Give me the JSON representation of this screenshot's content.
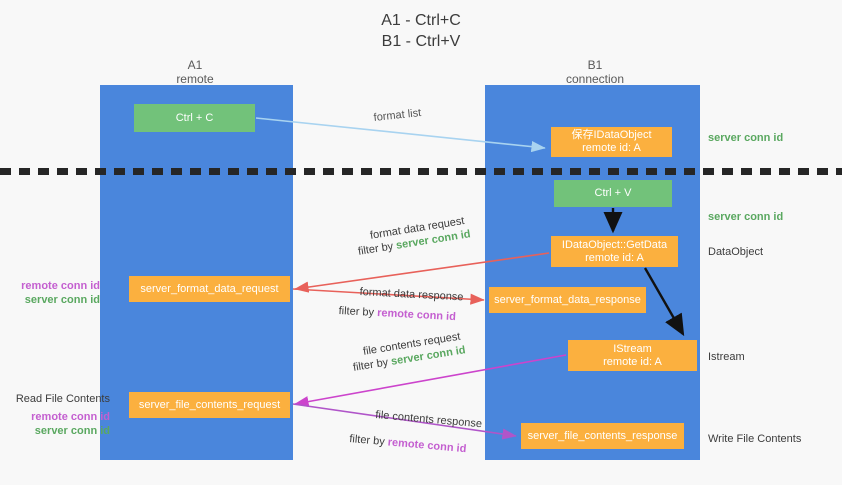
{
  "title": {
    "line1": "A1 - Ctrl+C",
    "line2": "B1 - Ctrl+V"
  },
  "columns": {
    "a1": {
      "name": "A1",
      "role": "remote"
    },
    "b1": {
      "name": "B1",
      "role": "connection"
    }
  },
  "boxes": {
    "ctrl_c": {
      "label": "Ctrl + C",
      "color": "#72c27a"
    },
    "dataobject_top": {
      "line1": "保存IDataObject",
      "line2": "remote id: A",
      "color": "#fbb03f"
    },
    "ctrl_v": {
      "label": "Ctrl + V",
      "color": "#72c27a"
    },
    "getdata": {
      "line1": "IDataObject::GetData",
      "line2": "remote id: A",
      "color": "#fbb03f"
    },
    "format_data_request": {
      "label": "server_format_data_request",
      "color": "#fbb03f"
    },
    "format_data_response": {
      "label": "server_format_data_response",
      "color": "#fbb03f"
    },
    "istream": {
      "line1": "IStream",
      "line2": "remote id: A",
      "color": "#fbb03f"
    },
    "file_contents_request": {
      "label": "server_file_contents_request",
      "color": "#fbb03f"
    },
    "file_contents_response": {
      "label": "server_file_contents_response",
      "color": "#fbb03f"
    }
  },
  "side_labels": {
    "server_conn_id_1": "server conn id",
    "server_conn_id_2": "server conn id",
    "dataobject": "DataObject",
    "istream": "Istream",
    "write_file_contents": "Write File Contents"
  },
  "left_labels": {
    "remote_conn_id_1": "remote conn id",
    "server_conn_id_1": "server conn id",
    "read_file_contents": "Read File Contents",
    "remote_conn_id_2": "remote conn id",
    "server_conn_id_2": "server conn id"
  },
  "arrow_labels": {
    "format_list": "format list",
    "format_data_request": "format data request",
    "format_data_request_filter_prefix": "filter by ",
    "format_data_request_filter_value": "server conn id",
    "format_data_response": "format data response",
    "format_data_response_filter_prefix": "filter by ",
    "format_data_response_filter_value": "remote conn id",
    "file_contents_request": "file contents request",
    "file_contents_request_filter_prefix": "filter by ",
    "file_contents_request_filter_value": "server conn id",
    "file_contents_response": "file contents response",
    "file_contents_response_filter_prefix": "filter by ",
    "file_contents_response_filter_value": "remote conn id"
  },
  "colors": {
    "column_blue": "#4a86dc",
    "box_green": "#72c27a",
    "box_orange": "#fbb03f",
    "accent_green_text": "#5aa860",
    "accent_purple_text": "#c45fd0",
    "arrow_light_blue": "#a8d3f0",
    "arrow_red": "#e8615a",
    "arrow_magenta": "#cc44cc",
    "arrow_purple": "#b055c9",
    "arrow_black": "#111111",
    "background": "#f8f8f8"
  }
}
